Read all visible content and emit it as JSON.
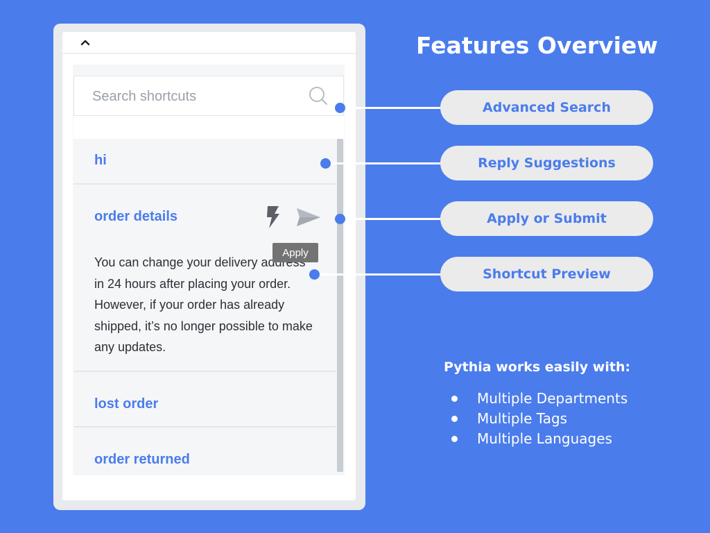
{
  "panel": {
    "search": {
      "placeholder": "Search shortcuts",
      "value": ""
    },
    "shortcuts": [
      {
        "title": "hi"
      },
      {
        "title": "order details",
        "body": "You can change your delivery address in 24 hours after placing your order. However, if your order has already shipped, it’s no longer possible to make any updates.",
        "tooltip": "Apply"
      },
      {
        "title": "lost order"
      },
      {
        "title": "order returned"
      }
    ]
  },
  "features": {
    "title": "Features Overview",
    "callouts": [
      "Advanced Search",
      "Reply Suggestions",
      "Apply or Submit",
      "Shortcut Preview"
    ]
  },
  "integrations": {
    "heading": "Pythia works easily with:",
    "items": [
      "Multiple Departments",
      "Multiple Tags",
      "Multiple Languages"
    ]
  },
  "colors": {
    "background": "#4a7cec",
    "accent": "#4a7cec",
    "pill": "#ebebeb"
  },
  "icons": [
    "chevron-up-icon",
    "search-icon",
    "bolt-icon",
    "send-icon"
  ]
}
